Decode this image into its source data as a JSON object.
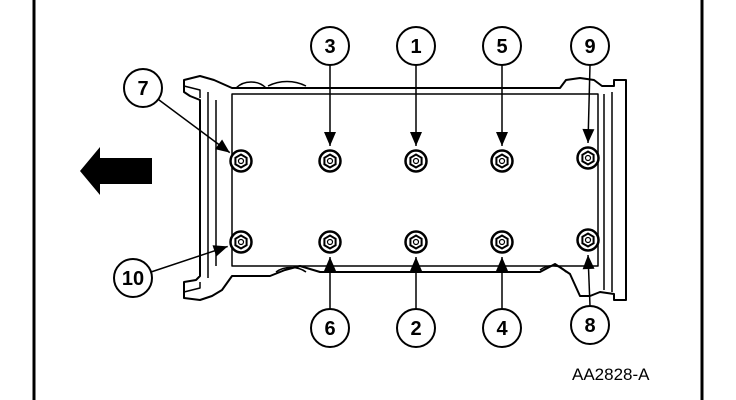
{
  "figure": {
    "reference_code": "AA2828-A",
    "callouts": [
      {
        "number": "1",
        "bolt": "top-3",
        "side": "top"
      },
      {
        "number": "2",
        "bolt": "bottom-3",
        "side": "bottom"
      },
      {
        "number": "3",
        "bolt": "top-2",
        "side": "top"
      },
      {
        "number": "4",
        "bolt": "bottom-4",
        "side": "bottom"
      },
      {
        "number": "5",
        "bolt": "top-4",
        "side": "top"
      },
      {
        "number": "6",
        "bolt": "bottom-2",
        "side": "bottom"
      },
      {
        "number": "7",
        "bolt": "top-1",
        "side": "left-top"
      },
      {
        "number": "8",
        "bolt": "bottom-5",
        "side": "bottom"
      },
      {
        "number": "9",
        "bolt": "top-5",
        "side": "top"
      },
      {
        "number": "10",
        "bolt": "bottom-1",
        "side": "left-bottom"
      }
    ]
  },
  "colors": {
    "ink": "#000000",
    "paper": "#ffffff"
  },
  "icons": {
    "direction_arrow": "left-arrow-icon",
    "bolt": "hex-bolt-icon"
  }
}
